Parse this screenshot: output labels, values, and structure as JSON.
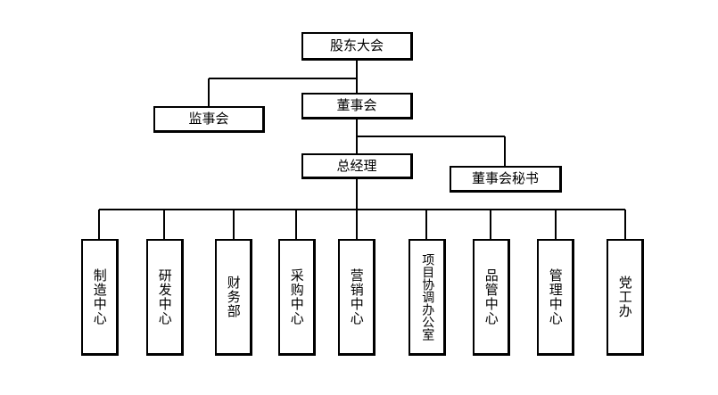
{
  "org_chart": {
    "shareholders": "股东大会",
    "board": "董事会",
    "supervisors": "监事会",
    "general_manager": "总经理",
    "board_secretary": "董事会秘书",
    "departments": [
      "制造中心",
      "研发中心",
      "财务部",
      "采购中心",
      "营销中心",
      "项目协调办公室",
      "品管中心",
      "管理中心",
      "党工办"
    ]
  }
}
